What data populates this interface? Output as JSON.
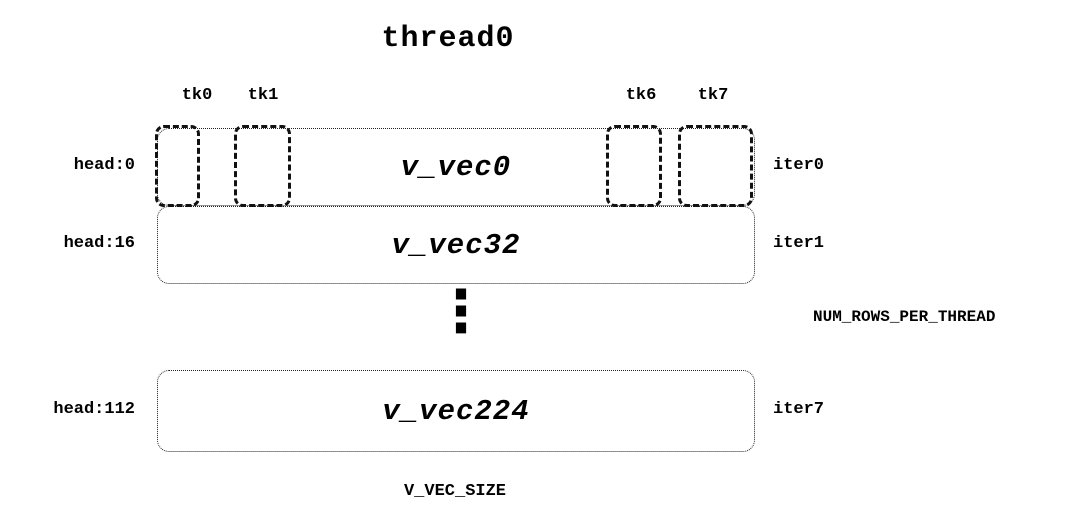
{
  "title": "thread0",
  "tk_labels": [
    "tk0",
    "tk1",
    "tk6",
    "tk7"
  ],
  "rows": [
    {
      "head": "head:0",
      "vec": "v_vec0",
      "iter": "iter0"
    },
    {
      "head": "head:16",
      "vec": "v_vec32",
      "iter": "iter1"
    },
    {
      "head": "head:112",
      "vec": "v_vec224",
      "iter": "iter7"
    }
  ],
  "ellipsis": "⋮",
  "right_annotation": "NUM_ROWS_PER_THREAD",
  "bottom_label": "V_VEC_SIZE"
}
